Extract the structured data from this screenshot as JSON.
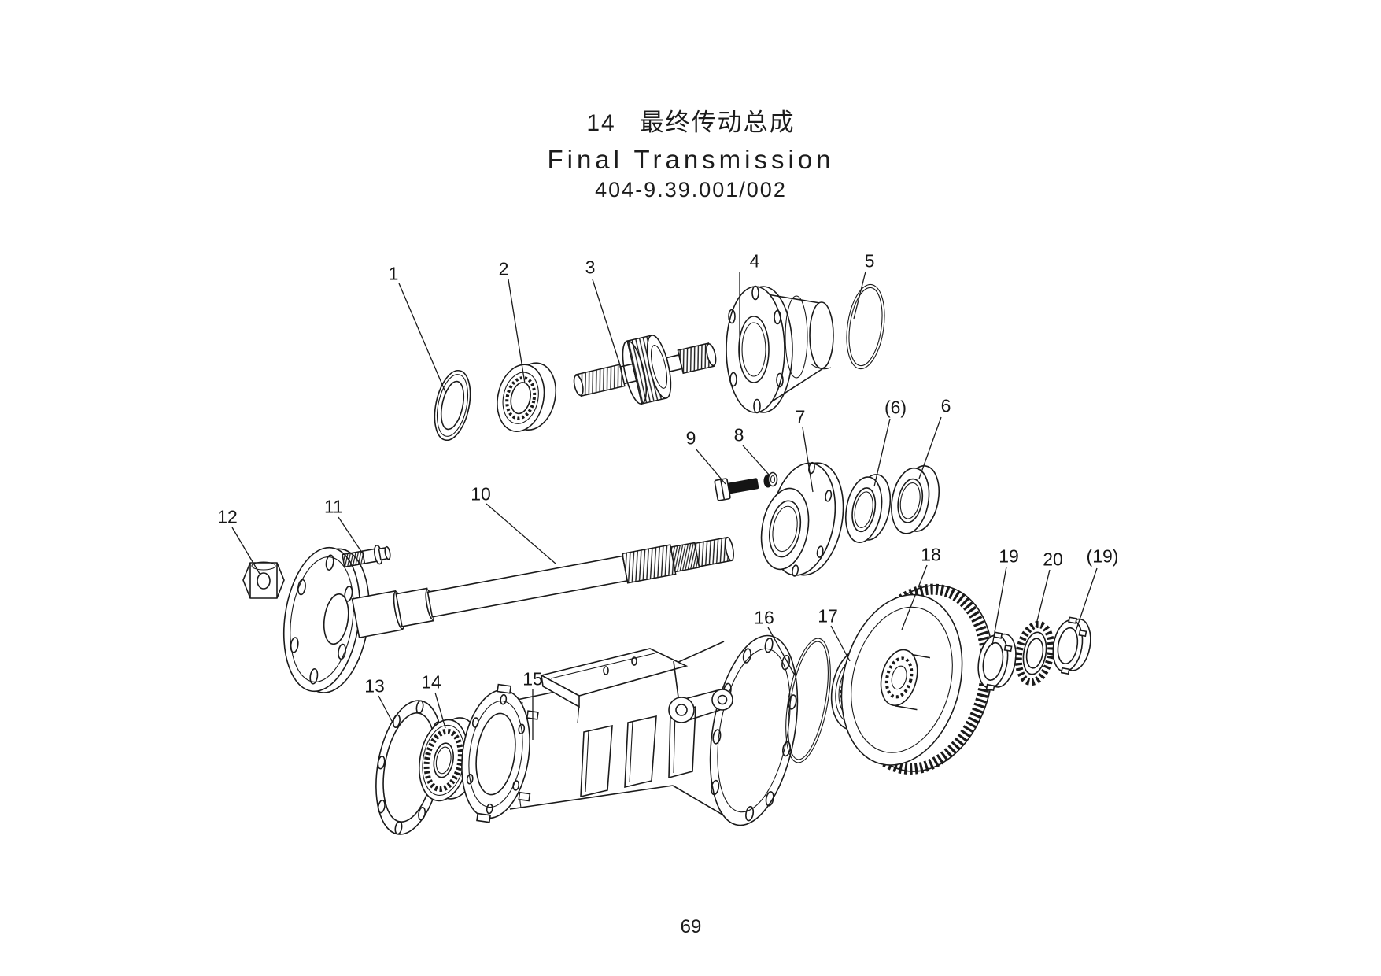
{
  "header": {
    "section_number": "14",
    "title_zh": "最终传动总成",
    "title_en": "Final Transmission",
    "drawing_number": "404-9.39.001/002"
  },
  "footer": {
    "page_number": "69"
  },
  "callouts": [
    "1",
    "2",
    "3",
    "4",
    "5",
    "(6)",
    "6",
    "7",
    "8",
    "9",
    "10",
    "11",
    "12",
    "13",
    "14",
    "15",
    "16",
    "17",
    "18",
    "19",
    "20",
    "(19)"
  ]
}
